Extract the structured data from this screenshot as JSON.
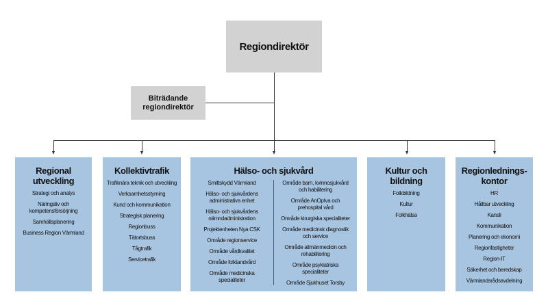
{
  "director": "Regiondirektör",
  "deputy": "Biträdande regiondirektör",
  "units": [
    {
      "title": "Regional utveckling",
      "items": [
        "Strategi och analys",
        "Näringsliv och kompetensförsörjning",
        "Samhällsplanering",
        "Business Region Värmland"
      ]
    },
    {
      "title": "Kollektivtrafik",
      "items": [
        "Trafiknära teknik och utveckling",
        "Verksamhetsstyrning",
        "Kund och kommunikation",
        "Strategisk planering",
        "Regionbuss",
        "Tätortsbuss",
        "Tågtrafik",
        "Servicetrafik"
      ]
    },
    {
      "title": "Hälso- och sjukvård",
      "items_left": [
        "Smittskydd Värmland",
        "Hälso- och sjukvårdens administrativa enhet",
        "Hälso- och sjukvårdens nämndadministration",
        "Projektenheten Nya CSK",
        "Område regionservice",
        "Område vårdkvalitet",
        "Område folktandvård",
        "Område medicinska specialiteter"
      ],
      "items_right": [
        "Område barn, kvinnosjukvård och habilitering",
        "Område AnOpIva och prehospital vård",
        "Område kirurgiska specialiteter",
        "Område medicinsk diagnostik och service",
        "Område allmänmedicin och rehabilitering",
        "Område psykiatriska specialiteter",
        "Område Sjukhuset Torsby"
      ]
    },
    {
      "title": "Kultur och bildning",
      "items": [
        "Folkbildning",
        "Kultur",
        "Folkhälsa"
      ]
    },
    {
      "title": "Regionlednings-kontor",
      "items": [
        "HR",
        "Hållbar utveckling",
        "Kansli",
        "Kommunikation",
        "Planering och ekonomi",
        "Regionfastigheter",
        "Region-IT",
        "Säkerhet och beredskap",
        "Värmlandsrådsavdelning"
      ]
    }
  ],
  "colors": {
    "unit_box": "#a7c4e0",
    "leader_box": "#d2d2d2",
    "connector": "#333333"
  }
}
